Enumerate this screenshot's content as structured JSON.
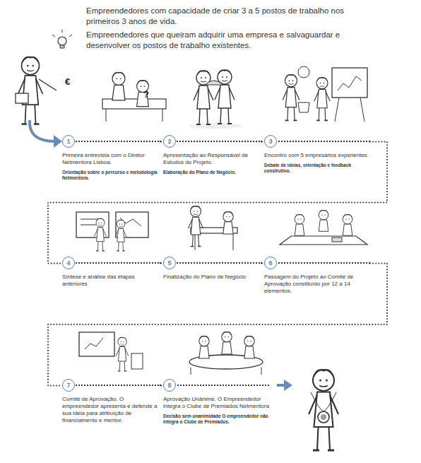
{
  "diagram": {
    "nodes": [
      {
        "text": [
          "1",
          "Primeira entrevista com o Diretor Netmentora Lisboa.",
          "Orientação sobre o percurso e metodologia Netmentora."
        ]
      },
      {
        "text": [
          "2",
          "Apresentação ao Responsável de Estudos do Projeto.",
          "Elaboração do Plano de Negócio."
        ]
      },
      {
        "text": [
          "3",
          "Encontro com 5 empresários experientes.",
          "Debate de ideias, orientação e feedback construtivo."
        ]
      },
      {
        "text": [
          "4",
          "Síntese e análise das etapas anteriores"
        ]
      },
      {
        "text": [
          "5",
          "Finalização do Plano de Negócio"
        ]
      },
      {
        "text": [
          "6",
          "Passagem do Projeto ao Comité de Aprovação constituído por 12 a 14 elementos."
        ]
      },
      {
        "text": [
          "7",
          "Comité de Aprovação. O empreendedor apresenta e defende a sua ideia para atribuição de financiamento e mentor."
        ]
      },
      {
        "text": [
          "8",
          "Aprovação Unânime. O Empreendedor integra o Clube de Premiados Netmentora",
          "Decisão sem unanimidade O empreendedor não integra o Clube de Premiados."
        ]
      }
    ],
    "edges": [
      {
        "from": 0,
        "to": 1,
        "arrow": "none"
      },
      {
        "from": 1,
        "to": 2,
        "arrow": "none"
      },
      {
        "from": 2,
        "to": 3,
        "arrow": "none"
      },
      {
        "from": 3,
        "to": 4,
        "arrow": "none"
      },
      {
        "from": 4,
        "to": 5,
        "arrow": "none"
      },
      {
        "from": 5,
        "to": 6,
        "arrow": "none"
      },
      {
        "from": 6,
        "to": 7,
        "arrow": "none"
      }
    ],
    "labels": [
      "Empreendedores com capacidade de criar 3 a 5 postos de trabalho nos primeiros 3 anos de vida.",
      "Empreendedores que queiram adquirir uma empresa e salvaguardar e desenvolver os postos de trabalho existentes.",
      "€",
      "?"
    ]
  }
}
